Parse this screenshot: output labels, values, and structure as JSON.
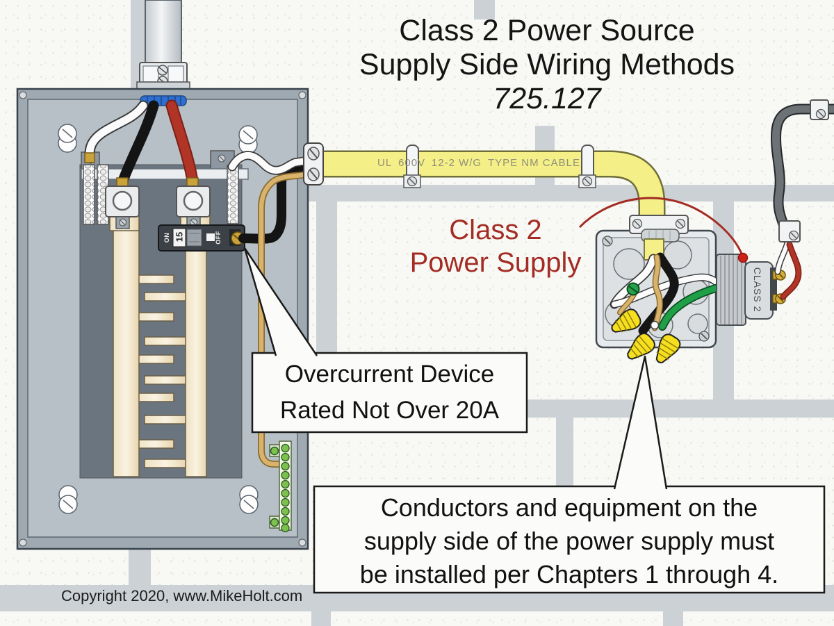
{
  "title": {
    "line1": "Class 2 Power Source",
    "line2": "Supply Side Wiring Methods",
    "line3": "725.127"
  },
  "cable": {
    "segments": [
      "UL",
      "600V",
      "12-2 W/G",
      "TYPE NM CABLE"
    ]
  },
  "labels": {
    "power_supply": {
      "line1": "Class 2",
      "line2": "Power Supply"
    },
    "device": "CLASS 2"
  },
  "breaker": {
    "on": "ON",
    "amp": "15",
    "off": "OFF"
  },
  "callouts": {
    "overcurrent": {
      "line1": "Overcurrent Device",
      "line2": "Rated Not Over 20A"
    },
    "supply_side": {
      "line1": "Conductors and equipment on the",
      "line2": "supply side of the power supply must",
      "line3": "be installed per Chapters 1 through 4."
    }
  },
  "footer": {
    "copyright": "Copyright 2020, www.MikeHolt.com"
  },
  "colors": {
    "accent_red": "#a32c24",
    "cable_yellow": "#f4ef86",
    "panel_face_gray": "#b7c0c6",
    "wall_bar_gray": "#ccd1d5",
    "bus_cream": "#f6ecd4",
    "ground_green": "#27a14b"
  }
}
